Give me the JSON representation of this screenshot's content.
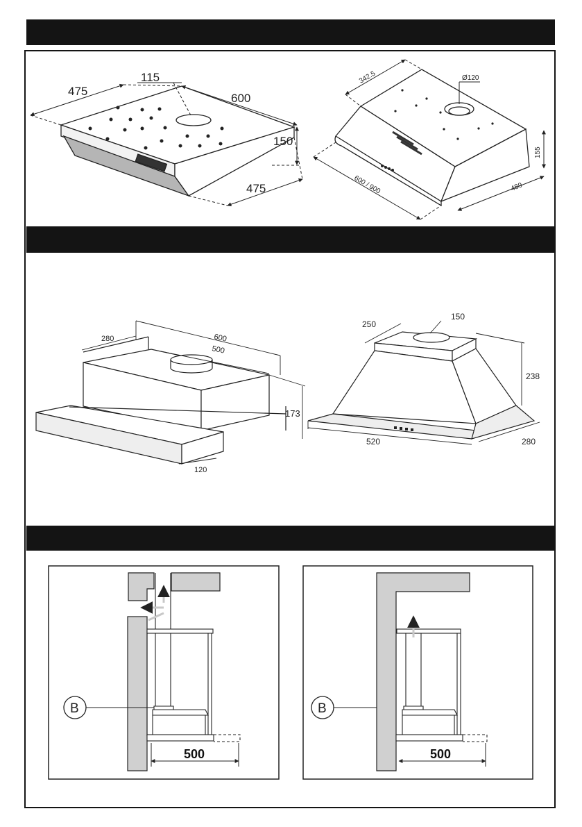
{
  "panel1": {
    "left_hood": {
      "depth_top": "475",
      "outlet_offset": "115",
      "width": "600",
      "height": "150",
      "depth_bottom": "475"
    },
    "right_hood": {
      "depth": "342.5",
      "outlet_diameter": "Ø120",
      "width": "600 / 900",
      "height": "155",
      "side_depth": "489"
    }
  },
  "panel2": {
    "left_hood": {
      "depth": "280",
      "width_outer": "600",
      "width_inner": "500",
      "height": "173",
      "front": "120"
    },
    "right_hood": {
      "depth_top": "250",
      "outlet": "150",
      "height": "238",
      "width": "520",
      "depth_bottom": "280"
    }
  },
  "panel3": {
    "left": {
      "label": "B",
      "distance": "500"
    },
    "right": {
      "label": "B",
      "distance": "500"
    }
  },
  "colors": {
    "bar": "#141414",
    "wall": "#d0d0d0",
    "line": "#222222"
  }
}
